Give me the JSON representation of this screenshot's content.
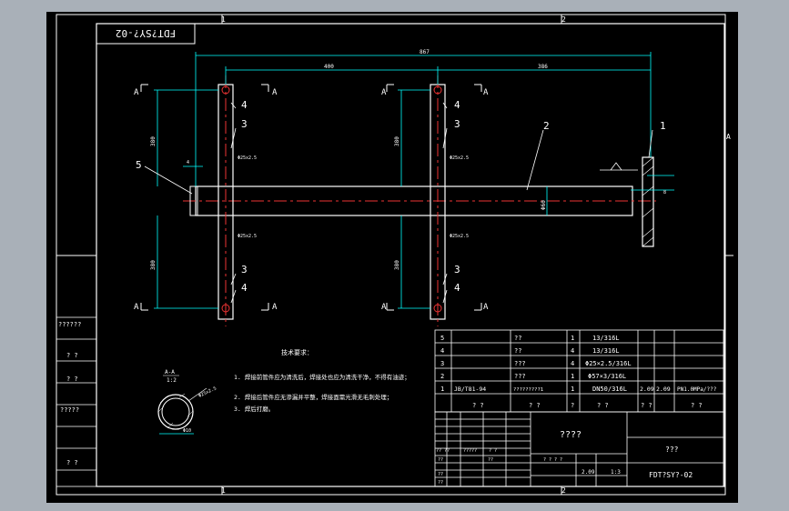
{
  "drawing_code": "FDT?SY?-02",
  "zones": {
    "top_left": "1",
    "top_mid": "2",
    "bottom_left": "1",
    "bottom_mid": "2",
    "right": "A"
  },
  "dimensions": {
    "overall": "867",
    "span_a": "400",
    "span_b": "386",
    "v_upper_1": "380",
    "v_lower_1": "380",
    "v_upper_2": "380",
    "v_lower_2": "380",
    "pipe_dia": "Φ60",
    "side_arm_1": "Φ25x2.5",
    "side_arm_2": "Φ25x2.5",
    "side_arm_3": "Φ25x2.5",
    "side_arm_4": "Φ25x2.5",
    "small_dim": "4",
    "flange_dim": "8"
  },
  "section_labels": {
    "a": "A",
    "b": "A"
  },
  "balloons": [
    "1",
    "2",
    "3",
    "4",
    "5"
  ],
  "section_detail": {
    "title": "A-A",
    "scale": "1:2",
    "hole": "Φ25x2.5",
    "dia": "Φ10"
  },
  "tech_requirements": {
    "title": "技术要求：",
    "lines": [
      "1. 焊接前管件应为清洗后，焊接处也应为清洗干净，不得有油迹；",
      "2. 焊接后管件应无渗漏并平整，焊接面需光滑无毛刺处理；",
      "3. 焊后打磨。"
    ]
  },
  "left_block": [
    "??????",
    "? ?",
    "? ?",
    "?????",
    "? ?"
  ],
  "bom": [
    {
      "no": "5",
      "code": "",
      "name": "??",
      "qty": "1",
      "material": "13/316L",
      "w1": "",
      "w2": "",
      "note": ""
    },
    {
      "no": "4",
      "code": "",
      "name": "??",
      "qty": "4",
      "material": "13/316L",
      "w1": "",
      "w2": "",
      "note": ""
    },
    {
      "no": "3",
      "code": "",
      "name": "???",
      "qty": "4",
      "material": "Φ25×2.5/316L",
      "w1": "",
      "w2": "",
      "note": ""
    },
    {
      "no": "2",
      "code": "",
      "name": "???",
      "qty": "1",
      "material": "Φ57×3/316L",
      "w1": "",
      "w2": "",
      "note": ""
    },
    {
      "no": "1",
      "code": "JB/T81-94",
      "name": "?????????1",
      "qty": "1",
      "material": "DN50/316L",
      "w1": "2.09",
      "w2": "2.09",
      "note": "PN1.0MPa/???"
    }
  ],
  "bom_header": {
    "no": "",
    "code": "? ?",
    "name": "? ?",
    "qty": "?",
    "material": "? ?",
    "w": "? ?",
    "note": "? ?"
  },
  "title_block": {
    "drawing_name": "????",
    "company": "???",
    "code": "FDT?SY?-02",
    "scale_labels": "? ? ? ?",
    "weight": "2.09",
    "scale": "1:3",
    "sheet_left": [
      "??",
      "??",
      "??",
      "??"
    ],
    "sheet_marks": [
      "?? ??",
      "?????",
      "? ?"
    ]
  }
}
